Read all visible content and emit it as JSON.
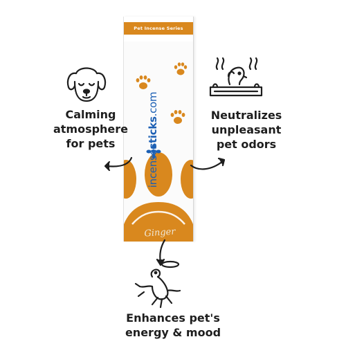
{
  "product": {
    "series_label": "Pet Incense Series",
    "brand_prefix": "incense",
    "brand_bold": "sticks",
    "brand_suffix": ".com",
    "flavor": "Ginger"
  },
  "benefits": [
    {
      "lines": [
        "Calming",
        "atmosphere",
        "for pets"
      ],
      "icon": "sleeping-dog-face-icon"
    },
    {
      "lines": [
        "Neutralizes",
        "unpleasant",
        "pet odors"
      ],
      "icon": "dog-on-bed-odor-icon"
    },
    {
      "lines": [
        "Enhances pet's",
        "energy & mood"
      ],
      "icon": "jumping-dog-icon"
    }
  ],
  "colors": {
    "accent": "#d9881e",
    "brand_blue": "#1b5fb4",
    "text": "#1e1e1e"
  }
}
